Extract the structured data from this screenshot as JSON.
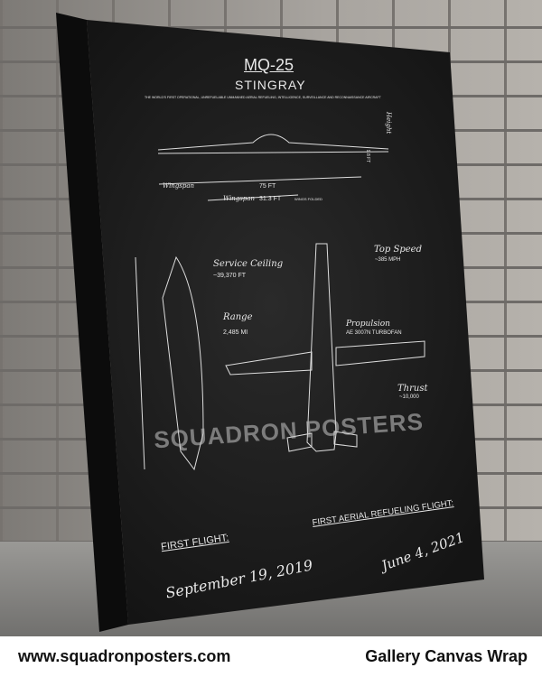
{
  "poster": {
    "title": "MQ-25",
    "subtitle": "STINGRAY",
    "tagline": "THE WORLD'S FIRST OPERATIONAL, UNREFUELABLE UNMANNED AERIAL REFUELING, INTELLIGENCE, SURVEILLANCE AND RECONNAISSANCE AIRCRAFT",
    "wingspan_label": "Wingspan",
    "wingspan_value": "75 FT",
    "wingspan_folded_label": "Wingspan",
    "wingspan_folded_value": "31.3 FT",
    "folded_note": "WINGS FOLDED",
    "height_label": "Height",
    "height_value": "9.8 FT",
    "service_ceiling_label": "Service Ceiling",
    "service_ceiling_value": "~39,370 FT",
    "range_label": "Range",
    "range_value": "2,485 MI",
    "top_speed_label": "Top Speed",
    "top_speed_value": "~385 MPH",
    "propulsion_label": "Propulsion",
    "propulsion_value": "AE 3007N TURBOFAN",
    "thrust_label": "Thrust",
    "thrust_value": "~10,000",
    "first_flight_label": "FIRST FLIGHT:",
    "first_flight_date": "September 19, 2019",
    "refuel_label": "FIRST AERIAL REFUELING FLIGHT:",
    "refuel_date": "June 4, 2021"
  },
  "watermark": "SQUADRON POSTERS",
  "footer": {
    "website": "www.squadronposters.com",
    "product": "Gallery Canvas Wrap"
  }
}
